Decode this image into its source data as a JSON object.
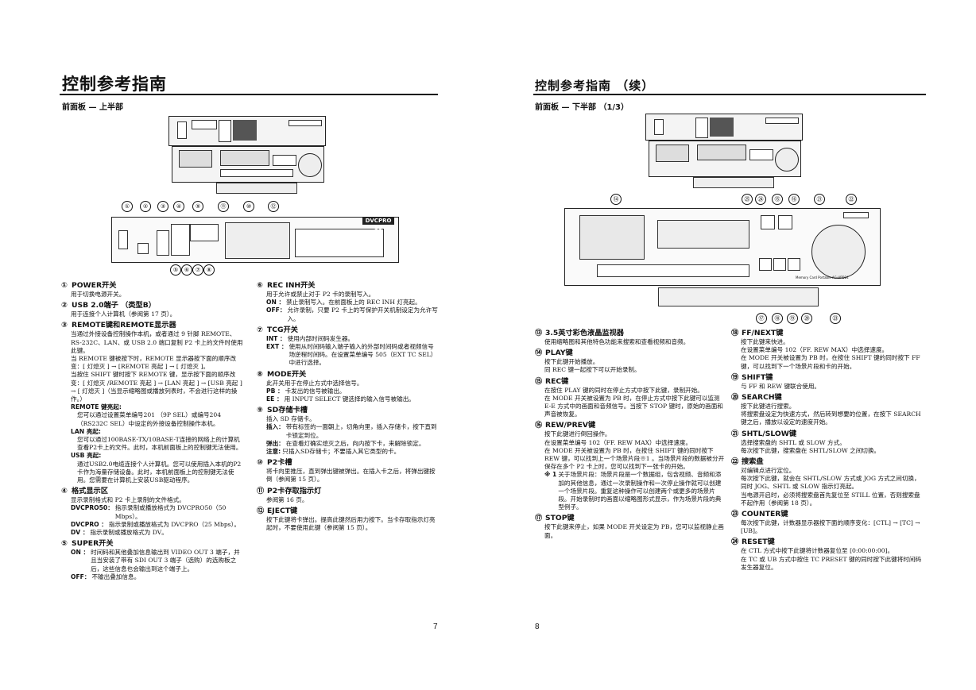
{
  "left": {
    "title": "控制参考指南",
    "subtitle": "前面板 — 上半部",
    "page_number": "7",
    "figure_callouts": [
      "①",
      "②",
      "③",
      "④",
      "⑨",
      "⑪",
      "⑩",
      "⑫",
      "⑤",
      "⑥",
      "⑦",
      "⑧"
    ],
    "figure_logo": "DVCPRO 50",
    "col1": [
      {
        "n": "①",
        "t": "POWER开关",
        "lines": [
          "用于切换电源开关。"
        ]
      },
      {
        "n": "②",
        "t": "USB 2.0端子 （类型B）",
        "lines": [
          "用于连接个人计算机（参阅第 17 页）。"
        ]
      },
      {
        "n": "③",
        "t": "REMOTE键和REMOTE显示器",
        "lines": [
          "当通过外接设备控制操作本机，或者通过 9 针脚 REMOTE、RS-232C、LAN、或 USB 2.0 端口复制 P2 卡上的文件时使用此键。",
          "当 REMOTE 键被按下时，REMOTE 显示器按下面的顺序改变：[ 灯熄灭 ] → [REMOTE 亮起 ] → [ 灯熄灭 ]。",
          "当按住 SHIFT 键时按下 REMOTE 键，显示按下面的顺序改变：[ 灯熄灭 /REMOTE 亮起 ] → [LAN 亮起 ] → [USB 亮起 ] → [ 灯熄灭 ]（当显示缩略图或播放列表时，不会进行这样的操作。）"
        ],
        "subs": [
          {
            "k": "REMOTE 键亮起:",
            "lines": [
              "您可以通过设置菜单编号201 （9P SEL）或编号204（RS232C SEL）中设定的外接设备控制操作本机。"
            ]
          },
          {
            "k": "LAN 亮起:",
            "lines": [
              "您可以通过100BASE-TX/10BASE-T连接的网络上的计算机查看P2卡上的文件。此时，本机前面板上的控制键无法使用。"
            ]
          },
          {
            "k": "USB 亮起:",
            "lines": [
              "通过USB2.0电缆连接个人计算机。您可以使用插入本机的P2卡作为海量存储设备。此时，本机前面板上的控制键无法使用。您需要在计算机上安装USB驱动程序。"
            ]
          }
        ]
      },
      {
        "n": "④",
        "t": "格式显示区",
        "lines": [
          "显示录制格式和 P2 卡上录制的文件格式。"
        ],
        "kv": [
          {
            "k": "DVCPRO50：",
            "v": "指示录制或播放格式为 DVCPRO50（50 Mbps）。"
          },
          {
            "k": "DVCPRO  ：",
            "v": "指示录制或播放格式为 DVCPRO（25 Mbps）。"
          },
          {
            "k": "DV      ：",
            "v": "指示录制或播放格式为 DV。"
          }
        ]
      },
      {
        "n": "⑤",
        "t": "SUPER开关",
        "lines": [],
        "kv": [
          {
            "k": "ON ：",
            "v": "时间码和其他叠加信息输出到 VIDEO OUT 3 端子，并且当安装了带有 SDI OUT 3 端子（选购）的选购板之后，这些信息也会输出到这个端子上。"
          },
          {
            "k": "OFF：",
            "v": "不输出叠加信息。"
          }
        ]
      }
    ],
    "col2": [
      {
        "n": "⑥",
        "t": "REC INH开关",
        "lines": [
          "用于允许或禁止对于 P2 卡的录制写入。"
        ],
        "kv": [
          {
            "k": "ON ：",
            "v": "禁止录制写入。在前面板上的 REC INH 灯亮起。"
          },
          {
            "k": "OFF：",
            "v": "允许录制，只要 P2 卡上的写保护开关机制设定为允许写入。"
          }
        ]
      },
      {
        "n": "⑦",
        "t": "TCG开关",
        "lines": [],
        "kv": [
          {
            "k": "INT ：",
            "v": "使用内部时间码发生器。"
          },
          {
            "k": "EXT ：",
            "v": "使用从时间码输入端子输入的外部时间码或者视频信号场逆程时间码。在设置菜单编号 505（EXT TC SEL）中进行选择。"
          }
        ]
      },
      {
        "n": "⑧",
        "t": "MODE开关",
        "lines": [
          "此开关用于在停止方式中选择信号。"
        ],
        "kv": [
          {
            "k": "PB ：",
            "v": "卡发出的信号被输出。"
          },
          {
            "k": "EE ：",
            "v": "用 INPUT SELECT 键选择的输入信号被输出。"
          }
        ]
      },
      {
        "n": "⑨",
        "t": "SD存储卡槽",
        "lines": [
          "插入 SD 存储卡。"
        ],
        "kv": [
          {
            "k": "插入：",
            "v": "带有标签的一面朝上，切角向里，插入存储卡，按下直到卡锁定到位。"
          },
          {
            "k": "弹出：",
            "v": "在查看灯确实熄灭之后，向内按下卡，来解除锁定。"
          }
        ],
        "note": {
          "k": "注意:",
          "v": "只插入SD存储卡；不要插入其它类型的卡。"
        }
      },
      {
        "n": "⑩",
        "t": "P2卡槽",
        "lines": [
          "将卡向里推压，直到弹出键被弹出。在插入卡之后，将弹出键按倒（参阅第 15 页）。"
        ]
      },
      {
        "n": "⑪",
        "t": "P2卡存取指示灯",
        "lines": [
          "参阅第 16 页。"
        ]
      },
      {
        "n": "⑫",
        "t": "EJECT键",
        "lines": [
          "按下此键将卡弹出。提高此键然后用力按下。当卡存取指示灯亮起时，不要使用此键（参阅第 15 页）。"
        ]
      }
    ]
  },
  "right": {
    "title": "控制参考指南 （续）",
    "subtitle": "前面板 — 下半部 （1/3）",
    "page_number": "8",
    "figure_callouts_top": [
      "⑭",
      "㉕",
      "㉔",
      "⑮",
      "⑯",
      "㉑",
      "㉒"
    ],
    "figure_callouts_bottom": [
      "⑰",
      "⑱",
      "⑲",
      "⑳",
      "㉓"
    ],
    "figure_brand": "Memory Card Portable AG-HPD24",
    "col1": [
      {
        "n": "⑬",
        "t": "3.5英寸彩色液晶监视器",
        "lines": [
          "使用缩略图和其他特色功能来搜索和查看视频和音频。"
        ]
      },
      {
        "n": "⑭",
        "t": "PLAY键",
        "lines": [
          "按下此键开始播放。",
          "同 REC 键一起按下可以开始录制。"
        ]
      },
      {
        "n": "⑮",
        "t": "REC键",
        "lines": [
          "在按住 PLAY 键的同时在停止方式中按下此键，录制开始。",
          "在 MODE 开关被设置为 PB 时，在停止方式中按下此键可以监测 E-E 方式中的画面和音频信号。当按下 STOP 键时，原始的画面和声音被恢复。"
        ]
      },
      {
        "n": "⑯",
        "t": "REW/PREV键",
        "lines": [
          "按下此键进行倒回操作。",
          "在设置菜单编号 102（FF. REW MAX）中选择速度。",
          "在 MODE 开关被设置为 PB 时，在按住 SHIFT 键的同时按下 REW 键，可以找到上一个场景片段※1 。当场景片段的数据被分开保存在多个 P2 卡上时，您可以找到下一张卡的开始。"
        ],
        "note": {
          "k": "※ 1",
          "v": "关于场景片段：场景片段是一个数据组，包含视频、音频和添加的其他信息，通过一次录制操作和一次停止操作就可以创建一个场景片段。重复这种操作可以创建两个或更多的场景片段。开始录制时的画面以缩略图形式显示，作为场景片段的典型例子。"
        }
      },
      {
        "n": "⑰",
        "t": "STOP键",
        "lines": [
          "按下此键来停止，如果 MODE 开关设定为 PB，您可以监视静止画面。"
        ]
      }
    ],
    "col2": [
      {
        "n": "⑱",
        "t": "FF/NEXT键",
        "lines": [
          "按下此键来快进。",
          "在设置菜单编号 102（FF. REW MAX）中选择速度。",
          "在 MODE 开关被设置为 PB 时，在按住 SHIFT 键的同时按下 FF 键，可以找到下一个场景片段和卡的开始。"
        ]
      },
      {
        "n": "⑲",
        "t": "SHIFT键",
        "lines": [
          "与 FF 和 REW 键联合使用。"
        ]
      },
      {
        "n": "⑳",
        "t": "SEARCH键",
        "lines": [
          "按下此键进行搜索。",
          "将搜索盘设定为快速方式，然后转到想要的位置，在按下 SEARCH 键之后，播放以设定的速度开始。"
        ]
      },
      {
        "n": "㉑",
        "t": "SHTL/SLOW键",
        "lines": [
          "选择搜索盘的 SHTL 或 SLOW 方式。",
          "每次按下此键，搜索盘在 SHTL/SLOW 之间切换。"
        ]
      },
      {
        "n": "㉒",
        "t": "搜索盘",
        "lines": [
          "对编辑点进行定位。",
          "每次按下此键，就会在 SHTL/SLOW 方式或 JOG 方式之间切换，同时 JOG、SHTL 或 SLOW 指示灯亮起。",
          "当电源开启时，必须将搜索盘首先复位至 STILL 位置，否则搜索盘不起作用（参阅第 18 页）。"
        ]
      },
      {
        "n": "㉓",
        "t": "COUNTER键",
        "lines": [
          "每次按下此键，计数器显示器按下面的顺序变化：[CTL] → [TC] → [UB]。"
        ]
      },
      {
        "n": "㉔",
        "t": "RESET键",
        "lines": [
          "在 CTL 方式中按下此键将计数器复位至 [0:00:00:00]。",
          "在 TC 或 UB 方式中按住 TC PRESET 键的同时按下此键将时间码发生器复位。"
        ]
      }
    ]
  }
}
